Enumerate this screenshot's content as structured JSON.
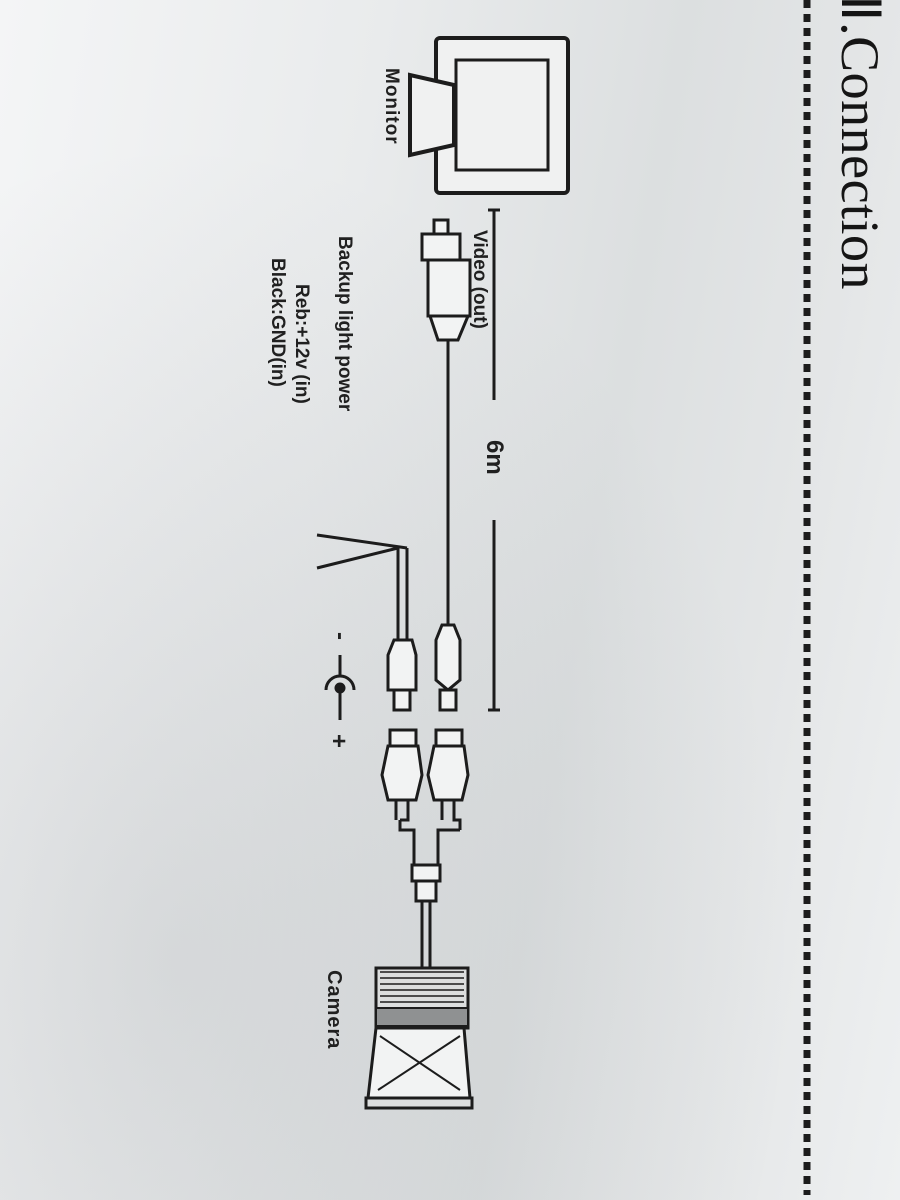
{
  "heading": {
    "title": "Ⅱ.Connection"
  },
  "diagram": {
    "monitor_label": "Monitor",
    "video_label": "Video (out)",
    "length_label": "6m",
    "power_label": "Backup light power",
    "red_wire_label": "Reb:+12v (in)",
    "black_wire_label": "Black:GND(in)",
    "polarity_minus": "-",
    "polarity_plus": "+",
    "camera_label": "Camera"
  },
  "colors": {
    "ink": "#1c1c1c",
    "paper": "#e6e8e9"
  }
}
